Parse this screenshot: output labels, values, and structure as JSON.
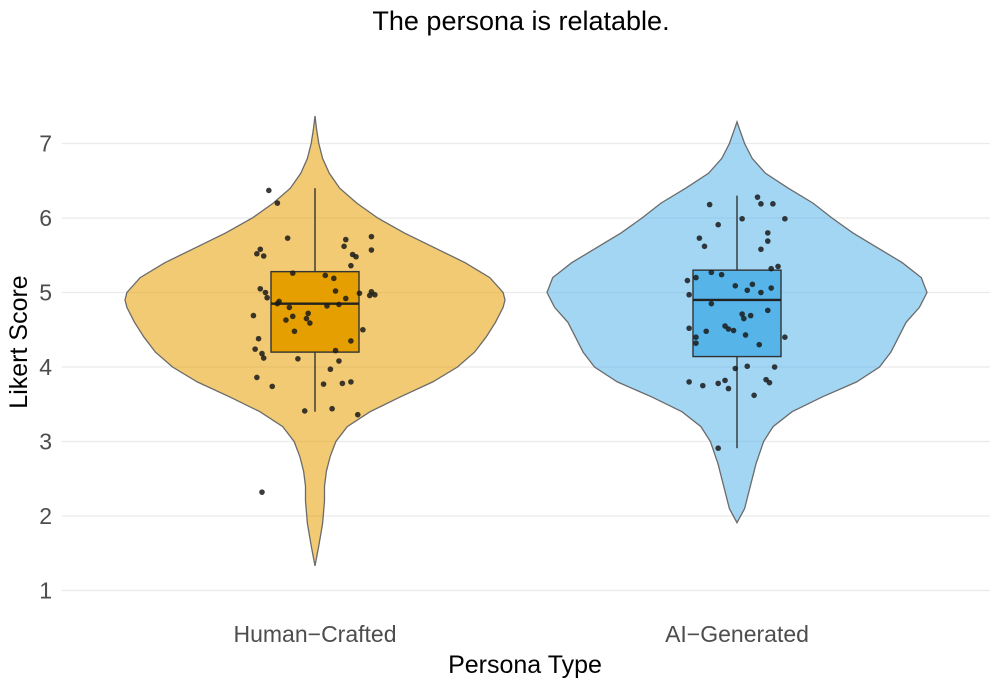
{
  "chart_data": {
    "type": "violin",
    "title": "The persona is relatable.",
    "xlabel": "Persona Type",
    "ylabel": "Likert Score",
    "ylim": [
      1.0,
      7.5
    ],
    "yticks": [
      1,
      2,
      3,
      4,
      5,
      6,
      7
    ],
    "grid": true,
    "legend": "none",
    "categories": [
      "Human−Crafted",
      "AI−Generated"
    ],
    "series": [
      {
        "category": "Human−Crafted",
        "color": "#E69F00",
        "violin_range": [
          1.33,
          7.37
        ],
        "density_profile": [
          [
            1.33,
            0.0
          ],
          [
            1.6,
            0.02
          ],
          [
            1.9,
            0.04
          ],
          [
            2.2,
            0.05
          ],
          [
            2.4,
            0.05
          ],
          [
            2.6,
            0.06
          ],
          [
            2.8,
            0.08
          ],
          [
            3.0,
            0.11
          ],
          [
            3.2,
            0.17
          ],
          [
            3.4,
            0.29
          ],
          [
            3.6,
            0.45
          ],
          [
            3.8,
            0.62
          ],
          [
            4.0,
            0.75
          ],
          [
            4.2,
            0.84
          ],
          [
            4.4,
            0.9
          ],
          [
            4.6,
            0.95
          ],
          [
            4.8,
            0.99
          ],
          [
            4.9,
            1.0
          ],
          [
            5.0,
            0.99
          ],
          [
            5.2,
            0.92
          ],
          [
            5.4,
            0.79
          ],
          [
            5.6,
            0.63
          ],
          [
            5.8,
            0.47
          ],
          [
            6.0,
            0.33
          ],
          [
            6.2,
            0.22
          ],
          [
            6.4,
            0.13
          ],
          [
            6.6,
            0.075
          ],
          [
            6.8,
            0.04
          ],
          [
            7.0,
            0.02
          ],
          [
            7.2,
            0.008
          ],
          [
            7.37,
            0.0
          ]
        ],
        "box": {
          "q1": 4.2,
          "median": 4.85,
          "q3": 5.28,
          "whisker_low": 3.4,
          "whisker_high": 6.4
        },
        "points": [
          [
            -0.27,
            6.37
          ],
          [
            -0.22,
            6.2
          ],
          [
            0.18,
            5.71
          ],
          [
            -0.16,
            5.73
          ],
          [
            0.33,
            5.75
          ],
          [
            0.17,
            5.62
          ],
          [
            0.33,
            5.57
          ],
          [
            -0.32,
            5.58
          ],
          [
            -0.34,
            5.52
          ],
          [
            -0.3,
            5.49
          ],
          [
            0.24,
            5.48
          ],
          [
            0.22,
            5.51
          ],
          [
            0.21,
            5.36
          ],
          [
            -0.13,
            5.26
          ],
          [
            0.06,
            5.23
          ],
          [
            0.11,
            5.19
          ],
          [
            -0.32,
            5.05
          ],
          [
            -0.29,
            5.0
          ],
          [
            0.33,
            5.01
          ],
          [
            0.12,
            5.02
          ],
          [
            0.26,
            4.99
          ],
          [
            0.35,
            4.97
          ],
          [
            0.32,
            4.96
          ],
          [
            0.18,
            4.92
          ],
          [
            -0.28,
            4.93
          ],
          [
            -0.21,
            4.88
          ],
          [
            -0.22,
            4.85
          ],
          [
            -0.15,
            4.8
          ],
          [
            0.07,
            4.82
          ],
          [
            0.14,
            4.84
          ],
          [
            -0.04,
            4.72
          ],
          [
            -0.13,
            4.68
          ],
          [
            -0.17,
            4.63
          ],
          [
            -0.05,
            4.65
          ],
          [
            -0.36,
            4.69
          ],
          [
            -0.03,
            4.59
          ],
          [
            -0.12,
            4.48
          ],
          [
            0.28,
            4.5
          ],
          [
            -0.33,
            4.38
          ],
          [
            0.21,
            4.35
          ],
          [
            -0.35,
            4.24
          ],
          [
            0.12,
            4.22
          ],
          [
            -0.31,
            4.18
          ],
          [
            -0.3,
            4.12
          ],
          [
            -0.1,
            4.11
          ],
          [
            0.14,
            4.08
          ],
          [
            0.09,
            3.97
          ],
          [
            -0.34,
            3.86
          ],
          [
            0.21,
            3.8
          ],
          [
            0.16,
            3.78
          ],
          [
            -0.25,
            3.74
          ],
          [
            0.05,
            3.77
          ],
          [
            0.1,
            3.44
          ],
          [
            -0.06,
            3.41
          ],
          [
            0.25,
            3.36
          ],
          [
            -0.31,
            2.32
          ]
        ]
      },
      {
        "category": "AI−Generated",
        "color": "#56B4E9",
        "violin_range": [
          1.91,
          7.29
        ],
        "density_profile": [
          [
            1.91,
            0.0
          ],
          [
            2.1,
            0.04
          ],
          [
            2.4,
            0.07
          ],
          [
            2.7,
            0.1
          ],
          [
            3.0,
            0.14
          ],
          [
            3.2,
            0.19
          ],
          [
            3.4,
            0.29
          ],
          [
            3.6,
            0.45
          ],
          [
            3.8,
            0.63
          ],
          [
            4.0,
            0.75
          ],
          [
            4.2,
            0.81
          ],
          [
            4.4,
            0.85
          ],
          [
            4.6,
            0.89
          ],
          [
            4.8,
            0.96
          ],
          [
            5.0,
            1.0
          ],
          [
            5.2,
            0.97
          ],
          [
            5.4,
            0.87
          ],
          [
            5.6,
            0.74
          ],
          [
            5.8,
            0.61
          ],
          [
            6.0,
            0.5
          ],
          [
            6.2,
            0.4
          ],
          [
            6.4,
            0.27
          ],
          [
            6.6,
            0.15
          ],
          [
            6.8,
            0.08
          ],
          [
            7.0,
            0.04
          ],
          [
            7.2,
            0.012
          ],
          [
            7.29,
            0.0
          ]
        ],
        "box": {
          "q1": 4.14,
          "median": 4.9,
          "q3": 5.3,
          "whisker_low": 2.91,
          "whisker_high": 6.3
        },
        "points": [
          [
            0.12,
            6.28
          ],
          [
            0.14,
            6.19
          ],
          [
            -0.16,
            6.18
          ],
          [
            0.21,
            6.19
          ],
          [
            0.28,
            5.99
          ],
          [
            0.03,
            5.99
          ],
          [
            -0.11,
            5.91
          ],
          [
            0.18,
            5.8
          ],
          [
            -0.22,
            5.73
          ],
          [
            0.18,
            5.69
          ],
          [
            -0.19,
            5.62
          ],
          [
            0.14,
            5.58
          ],
          [
            0.24,
            5.35
          ],
          [
            0.2,
            5.32
          ],
          [
            -0.15,
            5.27
          ],
          [
            -0.09,
            5.24
          ],
          [
            -0.24,
            5.2
          ],
          [
            -0.29,
            5.16
          ],
          [
            0.09,
            5.11
          ],
          [
            -0.01,
            5.09
          ],
          [
            0.2,
            5.06
          ],
          [
            0.06,
            5.03
          ],
          [
            0.14,
            5.0
          ],
          [
            -0.28,
            4.97
          ],
          [
            -0.15,
            4.85
          ],
          [
            0.18,
            4.76
          ],
          [
            0.08,
            4.69
          ],
          [
            0.03,
            4.71
          ],
          [
            0.04,
            4.65
          ],
          [
            -0.07,
            4.55
          ],
          [
            -0.05,
            4.51
          ],
          [
            -0.02,
            4.49
          ],
          [
            -0.18,
            4.48
          ],
          [
            -0.28,
            4.52
          ],
          [
            -0.24,
            4.4
          ],
          [
            0.05,
            4.43
          ],
          [
            0.28,
            4.4
          ],
          [
            -0.24,
            4.32
          ],
          [
            0.13,
            4.3
          ],
          [
            0.06,
            4.01
          ],
          [
            0.22,
            4.0
          ],
          [
            -0.01,
            3.98
          ],
          [
            0.17,
            3.83
          ],
          [
            -0.07,
            3.82
          ],
          [
            -0.11,
            3.78
          ],
          [
            -0.28,
            3.8
          ],
          [
            -0.2,
            3.75
          ],
          [
            -0.05,
            3.71
          ],
          [
            0.19,
            3.79
          ],
          [
            0.1,
            3.62
          ],
          [
            -0.11,
            2.91
          ]
        ]
      }
    ]
  }
}
